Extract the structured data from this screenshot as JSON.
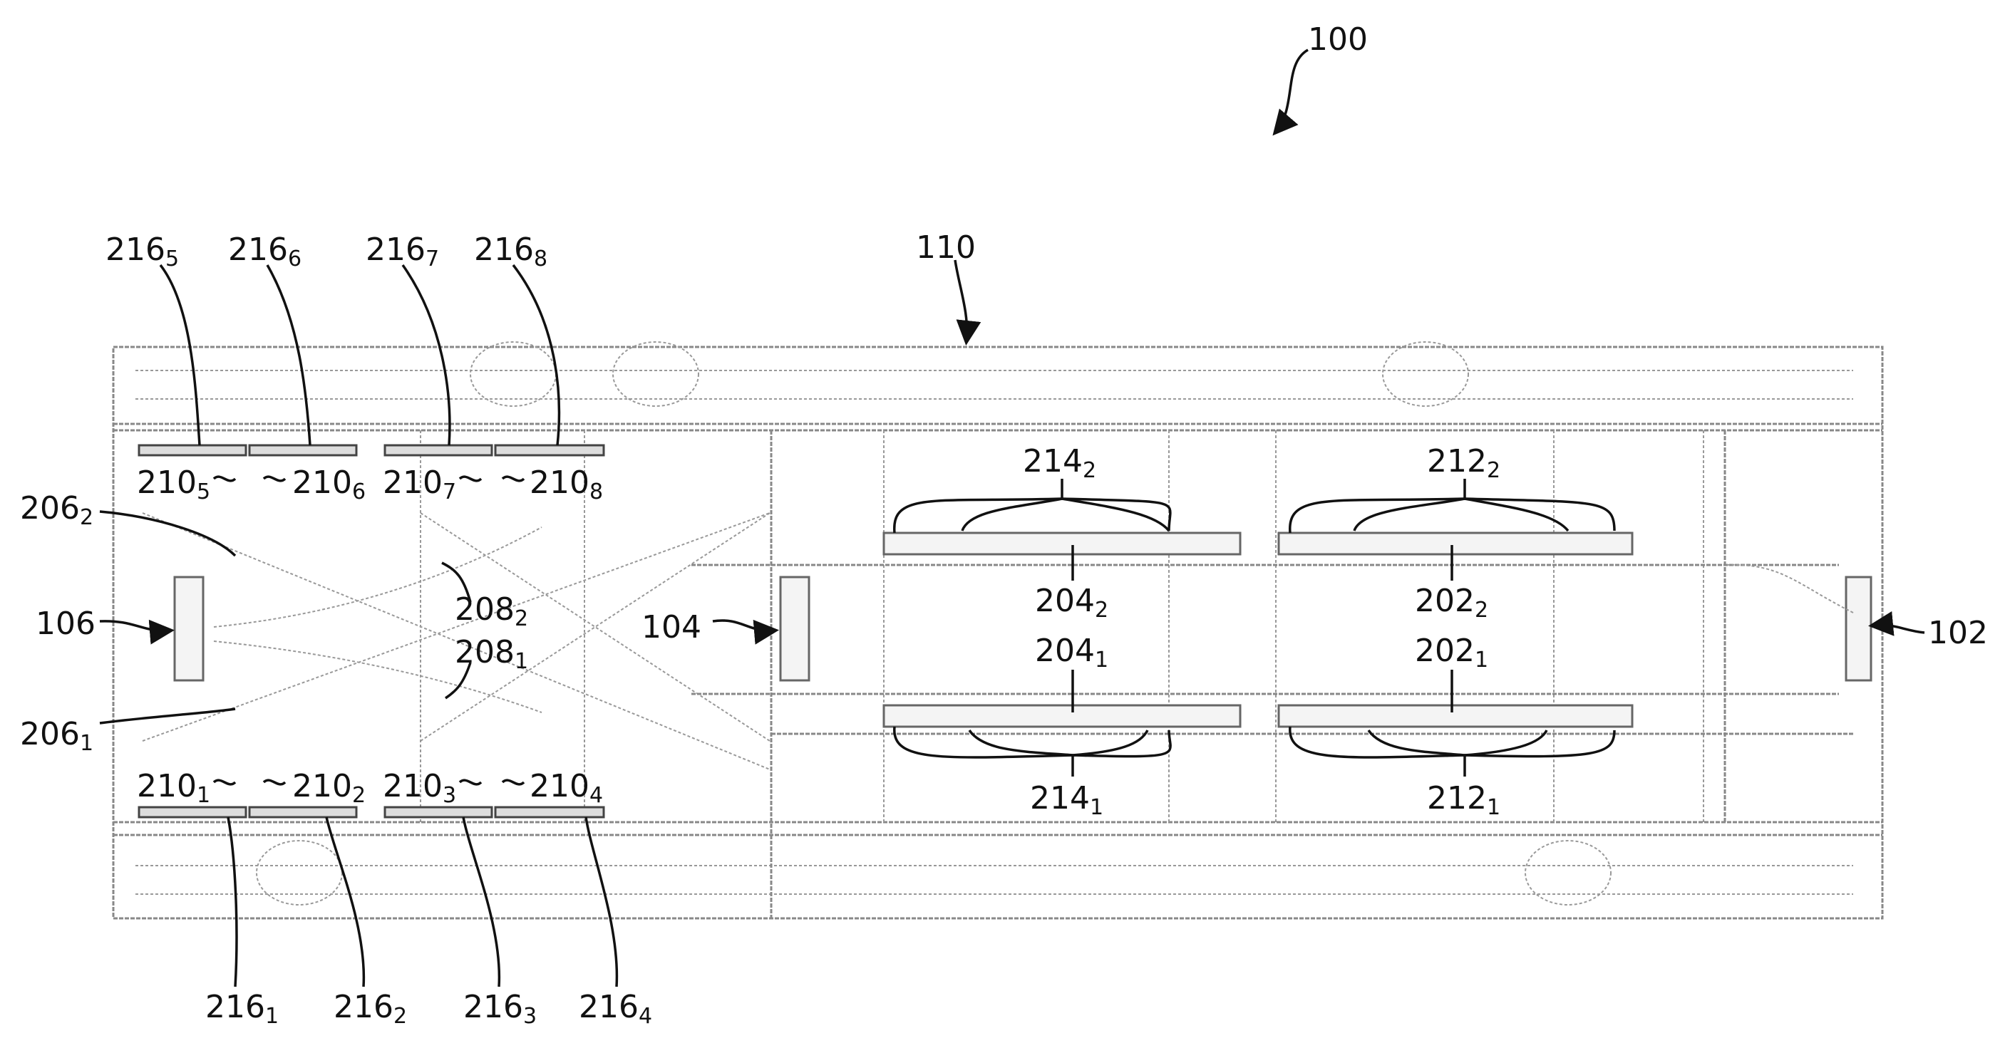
{
  "figure": {
    "ref_main": "100",
    "ref_frame": "110",
    "ends": {
      "a": "102",
      "b": "104",
      "c": "106"
    },
    "top_sensors": [
      {
        "num": "216",
        "sub": "5"
      },
      {
        "num": "216",
        "sub": "6"
      },
      {
        "num": "216",
        "sub": "7"
      },
      {
        "num": "216",
        "sub": "8"
      }
    ],
    "bottom_sensors": [
      {
        "num": "216",
        "sub": "1"
      },
      {
        "num": "216",
        "sub": "2"
      },
      {
        "num": "216",
        "sub": "3"
      },
      {
        "num": "216",
        "sub": "4"
      }
    ],
    "top_210": [
      {
        "num": "210",
        "sub": "5"
      },
      {
        "num": "210",
        "sub": "6"
      },
      {
        "num": "210",
        "sub": "7"
      },
      {
        "num": "210",
        "sub": "8"
      }
    ],
    "bottom_210": [
      {
        "num": "210",
        "sub": "1"
      },
      {
        "num": "210",
        "sub": "2"
      },
      {
        "num": "210",
        "sub": "3"
      },
      {
        "num": "210",
        "sub": "4"
      }
    ],
    "l206_2": {
      "num": "206",
      "sub": "2"
    },
    "l206_1": {
      "num": "206",
      "sub": "1"
    },
    "l208_2": {
      "num": "208",
      "sub": "2"
    },
    "l208_1": {
      "num": "208",
      "sub": "1"
    },
    "l214_2": {
      "num": "214",
      "sub": "2"
    },
    "l212_2": {
      "num": "212",
      "sub": "2"
    },
    "l204_2": {
      "num": "204",
      "sub": "2"
    },
    "l202_2": {
      "num": "202",
      "sub": "2"
    },
    "l204_1": {
      "num": "204",
      "sub": "1"
    },
    "l202_1": {
      "num": "202",
      "sub": "1"
    },
    "l214_1": {
      "num": "214",
      "sub": "1"
    },
    "l212_1": {
      "num": "212",
      "sub": "1"
    }
  }
}
